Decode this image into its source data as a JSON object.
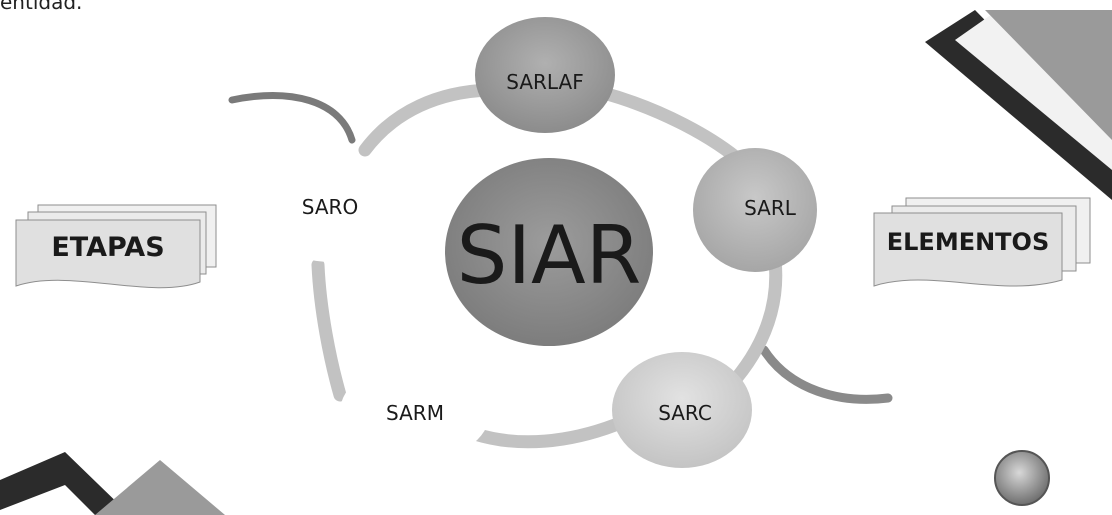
{
  "header": {
    "cut_text": "entidad."
  },
  "diagram": {
    "center": "SIAR",
    "nodes": [
      "SARLAF",
      "SARL",
      "SARC",
      "SARM",
      "SARO"
    ],
    "left_card": "ETAPAS",
    "right_card": "ELEMENTOS"
  },
  "colors": {
    "center_fill": "#8a8a8a",
    "sarlaf_fill": "#9a9a9a",
    "sarl_fill": "#b4b4b4",
    "sarc_fill": "#d2d2d2",
    "light_node_fill": "#ffffff",
    "ring_stroke": "#c2c2c2",
    "card_fill": "#e4e4e4",
    "deco_dark": "#2b2b2b"
  }
}
